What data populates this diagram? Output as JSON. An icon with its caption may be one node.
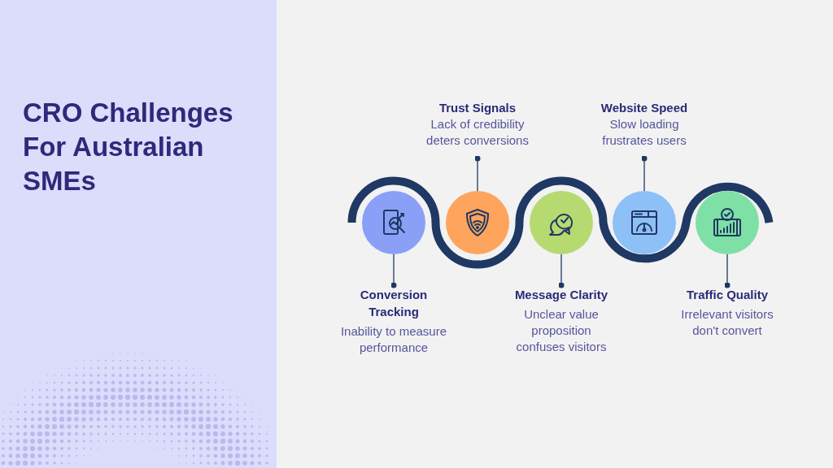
{
  "diagram": {
    "title": "CRO Challenges For Australian SMEs",
    "nodes": [
      {
        "text": [
          "Trust Signals",
          "Lack of credibility deters conversions"
        ]
      },
      {
        "text": [
          "Website Speed",
          "Slow loading frustrates users"
        ]
      },
      {
        "text": [],
        "shape": "circle"
      },
      {
        "text": [],
        "shape": "circle"
      },
      {
        "text": [],
        "shape": "circle"
      },
      {
        "text": [],
        "shape": "circle"
      },
      {
        "text": [],
        "shape": "circle"
      },
      {
        "text": [
          "Conversion Tracking",
          "Inability to measure performance"
        ]
      },
      {
        "text": [
          "Message Clarity",
          "Unclear value proposition confuses visitors"
        ]
      },
      {
        "text": [
          "Traffic Quality",
          "Irrelevant visitors don't convert"
        ]
      }
    ],
    "edges": [
      {
        "from": 0,
        "to": 3,
        "arrow": "other"
      },
      {
        "from": 1,
        "to": 5,
        "arrow": "other"
      },
      {
        "from": 7,
        "to": 2,
        "arrow": "other"
      },
      {
        "from": 8,
        "to": 4,
        "arrow": "other"
      },
      {
        "from": 9,
        "to": 6,
        "arrow": "other"
      }
    ]
  }
}
